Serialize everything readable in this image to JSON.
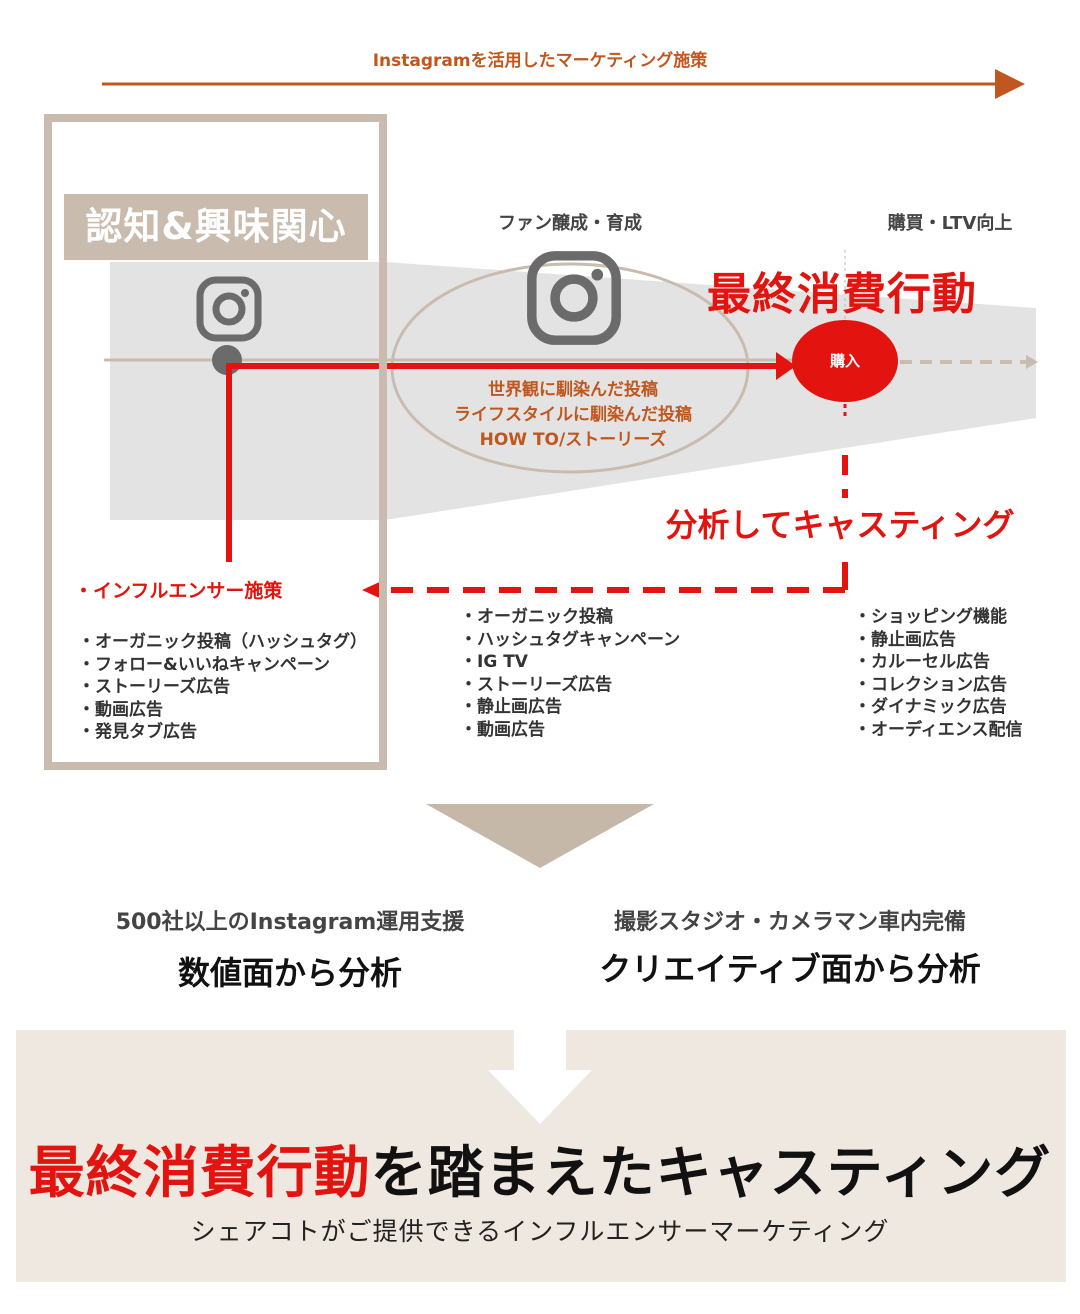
{
  "header": {
    "title": "Instagramを活用したマーケティング施策"
  },
  "stages": [
    {
      "label": "認知&興味関心"
    },
    {
      "label": "ファン醸成・育成"
    },
    {
      "label": "購買・LTV向上"
    }
  ],
  "final_action": "最終消費行動",
  "purchase_node": "購入",
  "fan_posts": [
    "世界観に馴染んだ投稿",
    "ライフスタイルに馴染んだ投稿",
    "HOW TO/ストーリーズ"
  ],
  "casting_label": "分析してキャスティング",
  "influencer_label": "・インフルエンサー施策",
  "lists": {
    "awareness": [
      "・オーガニック投稿（ハッシュタグ）",
      "・フォロー&いいねキャンペーン",
      "・ストーリーズ広告",
      "・動画広告",
      "・発見タブ広告"
    ],
    "fan": [
      "・オーガニック投稿",
      "・ハッシュタグキャンペーン",
      "・IG TV",
      "・ストーリーズ広告",
      "・静止画広告",
      "・動画広告"
    ],
    "purchase": [
      "・ショッピング機能",
      "・静止画広告",
      "・カルーセル広告",
      "・コレクション広告",
      "・ダイナミック広告",
      "・オーディエンス配信"
    ]
  },
  "support": [
    {
      "caption": "500社以上のInstagram運用支援",
      "title": "数値面から分析"
    },
    {
      "caption": "撮影スタジオ・カメラマン車内完備",
      "title": "クリエイティブ面から分析"
    }
  ],
  "conclusion": {
    "headline_red": "最終消費行動",
    "headline_rest": "を踏まえたキャスティング",
    "subcaption": "シェアコトがご提供できるインフルエンサーマーケティング"
  },
  "colors": {
    "red": "#e3140f",
    "orange": "#c0571e",
    "beige": "#c9bcaf",
    "panel": "#efe8e0",
    "funnel_gray": "#e3e3e3",
    "icon_gray": "#6b6b6b"
  },
  "icons": [
    "instagram-icon",
    "arrow-right-icon",
    "down-chevron-icon"
  ]
}
